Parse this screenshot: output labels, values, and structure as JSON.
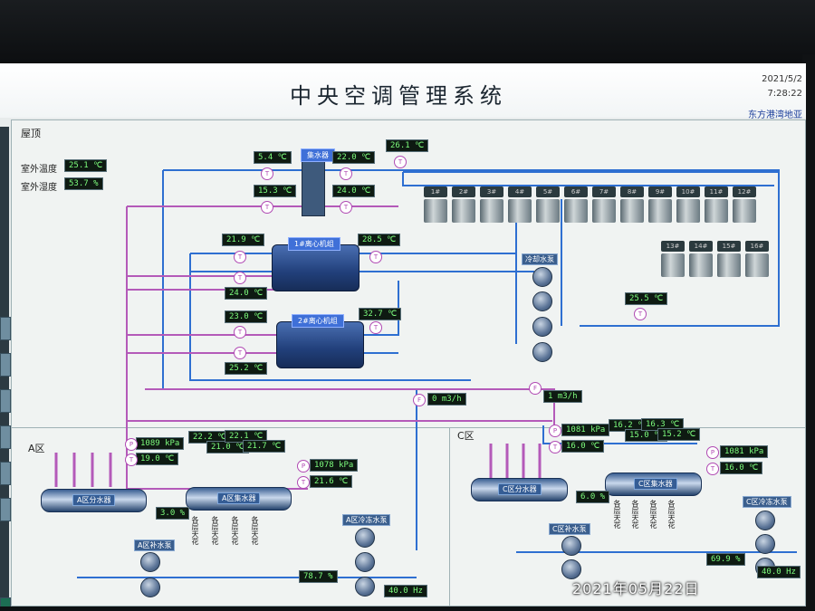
{
  "header": {
    "title": "中央空调管理系统",
    "date": "2021/5/2",
    "time": "7:28:22",
    "company": "东方港湾地亚"
  },
  "roof": {
    "label": "屋顶",
    "outdoor_temp_label": "室外温度",
    "outdoor_temp": "25.1 ℃",
    "outdoor_humidity_label": "室外湿度",
    "outdoor_humidity": "53.7 %"
  },
  "sub_header_label": "集水器",
  "towers": [
    "1#",
    "2#",
    "3#",
    "4#",
    "5#",
    "6#",
    "7#",
    "8#",
    "9#",
    "10#",
    "11#",
    "12#"
  ],
  "towers_row2": [
    "13#",
    "14#",
    "15#",
    "16#"
  ],
  "readings": {
    "hdr_top_left": "5.4 ℃",
    "hdr_top_right": "22.0 ℃",
    "hdr_bot_left": "15.3 ℃",
    "hdr_bot_right": "24.0 ℃",
    "tower_supply": "26.1 ℃",
    "ch1_in": "21.9 ℃",
    "ch1_out": "28.5 ℃",
    "ch1_ret": "24.0 ℃",
    "ch2_in": "23.0 ℃",
    "ch2_out": "32.7 ℃",
    "ch2_ret": "25.2 ℃",
    "cw_return": "25.5 ℃",
    "flow1": "0 m3/h",
    "flow2": "1 m3/h"
  },
  "chillers": [
    "1#离心机组",
    "2#离心机组"
  ],
  "cooling_pump_label": "冷却水泵",
  "zone_a": {
    "label": "A区",
    "press_left": "1089 kPa",
    "temp_left": "19.0 ℃",
    "t1": "22.2 ℃",
    "t2": "21.0 ℃",
    "t3": "22.1 ℃",
    "t4": "21.7 ℃",
    "press_right": "1078 kPa",
    "temp_right": "21.6 ℃",
    "valve_pct": "3.0 %",
    "splitter": "A区分水器",
    "collector": "A区集水器",
    "pump_left": "A区补水泵",
    "pump_right": "A区冷冻水泵",
    "valve2_pct": "78.7 %",
    "freq": "40.0 Hz",
    "branches": [
      "各层天花",
      "各层天花",
      "各层天花",
      "各层天花"
    ]
  },
  "zone_c": {
    "label": "C区",
    "press_left": "1081 kPa",
    "temp_left": "16.0 ℃",
    "t1": "16.2 ℃",
    "t2": "15.0 ℃",
    "t3": "16.3 ℃",
    "t4": "15.2 ℃",
    "press_right": "1081 kPa",
    "temp_right": "16.0 ℃",
    "valve_pct": "6.0 %",
    "splitter": "C区分水器",
    "collector": "C区集水器",
    "pump_left": "C区补水泵",
    "pump_right": "C区冷冻水泵",
    "valve2_pct": "69.9 %",
    "freq": "40.0 Hz",
    "branches": [
      "各层天花",
      "各层天花",
      "各层天花",
      "各层天花"
    ]
  },
  "watermark": "2021年05月22日",
  "colors": {
    "chilled_pipe": "#2e6fd1",
    "cooling_pipe": "#b45ab9",
    "value_fg": "#7dfc7d",
    "value_bg": "#0e1a12"
  }
}
